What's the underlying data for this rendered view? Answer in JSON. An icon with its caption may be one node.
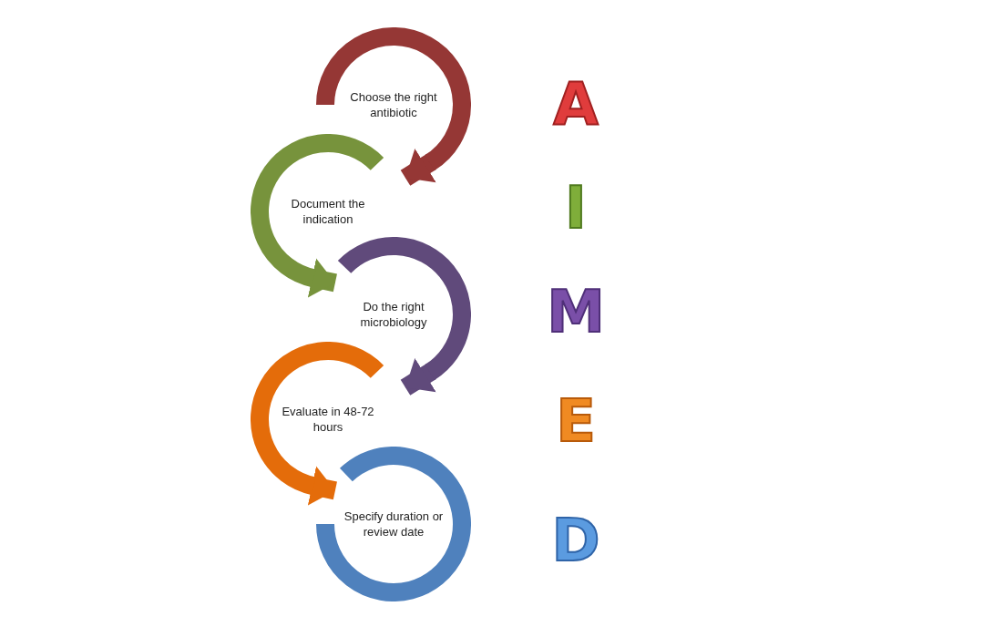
{
  "diagram": {
    "nodes": [
      {
        "text": [
          "Choose the right antibiotic"
        ]
      },
      {
        "text": [
          "Document the indication"
        ]
      },
      {
        "text": [
          "Do the right microbiology"
        ]
      },
      {
        "text": [
          "Evaluate in 48-72 hours"
        ]
      },
      {
        "text": [
          "Specify duration or review date"
        ]
      }
    ],
    "edges": [
      {
        "from": 0,
        "to": 1,
        "arrow": "to",
        "color": "#953735"
      },
      {
        "from": 1,
        "to": 2,
        "arrow": "to",
        "color": "#77933c"
      },
      {
        "from": 2,
        "to": 3,
        "arrow": "to",
        "color": "#604a7b"
      },
      {
        "from": 3,
        "to": 4,
        "arrow": "to",
        "color": "#e46c0a"
      }
    ],
    "labels": [
      "A",
      "I",
      "M",
      "E",
      "D"
    ]
  }
}
